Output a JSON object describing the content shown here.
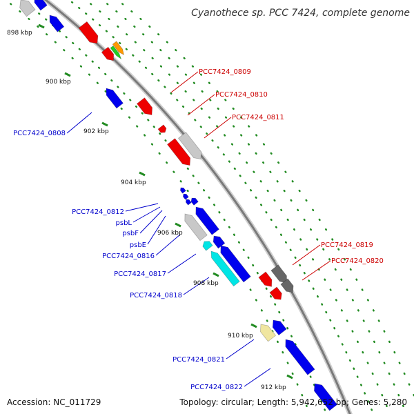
{
  "title": "Cyanothece sp. PCC 7424, complete genome",
  "footer": {
    "accession": "Accession: NC_011729",
    "topology": "Topology: circular; Length: 5,942,652 bp; Genes: 5,280"
  },
  "ticks": [
    "898 kbp",
    "900 kbp",
    "902 kbp",
    "904 kbp",
    "906 kbp",
    "908 kbp",
    "910 kbp",
    "912 kbp"
  ],
  "labels_forward": [
    "PCC7424_0809",
    "PCC7424_0810",
    "PCC7424_0811",
    "PCC7424_0819",
    "PCC7424_0820"
  ],
  "labels_reverse": [
    "PCC7424_0808",
    "PCC7424_0812",
    "psbL",
    "psbF",
    "psbE",
    "PCC7424_0816",
    "PCC7424_0817",
    "PCC7424_0818",
    "PCC7424_0821",
    "PCC7424_0822"
  ],
  "colors": {
    "forward_label": "#cc0000",
    "reverse_label": "#0000cc",
    "backbone": "#888888",
    "gene_red": "#ee0000",
    "gene_blue": "#0000ee",
    "gene_gray": "#c8c8c8",
    "gene_dark": "#666666",
    "gene_cyan": "#00e5e5",
    "gene_orange": "#ff9900",
    "gene_green": "#22cc22",
    "gene_khaki": "#f0e6a0",
    "dots": "#228b22"
  }
}
